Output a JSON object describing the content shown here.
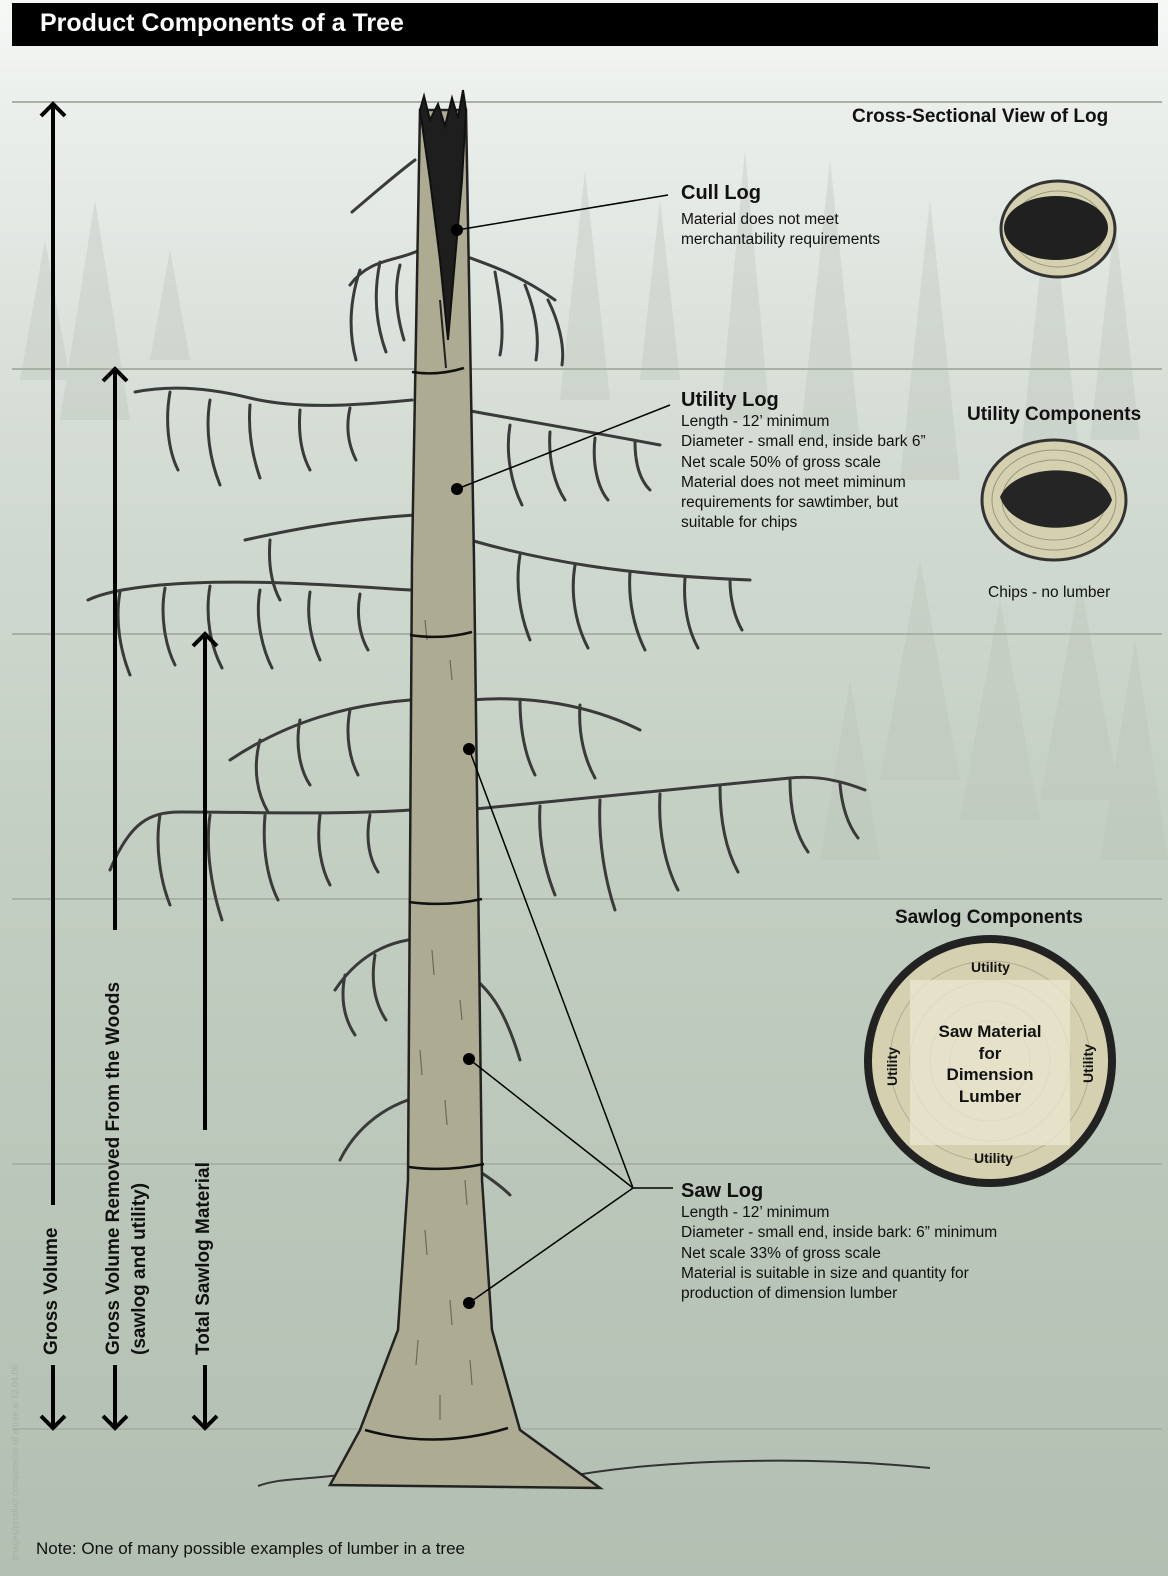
{
  "header": {
    "title": "Product Components of a Tree"
  },
  "cross_section_title": "Cross-Sectional View of Log",
  "vertical_labels": {
    "gross_volume": "Gross Volume",
    "gross_removed_line1": "Gross Volume Removed From the Woods",
    "gross_removed_line2": "(sawlog and utility)",
    "total_sawlog": "Total Sawlog Material"
  },
  "cull_log": {
    "title": "Cull Log",
    "lines": [
      "Material does not meet",
      "merchantability requirements"
    ]
  },
  "utility_log": {
    "title": "Utility Log",
    "lines": [
      "Length - 12’ minimum",
      "Diameter - small end, inside bark 6”",
      "Net scale 50% of gross scale",
      "Material does not meet miminum",
      "requirements for sawtimber, but",
      "suitable for chips"
    ]
  },
  "utility_components": {
    "title": "Utility Components",
    "caption": "Chips - no lumber"
  },
  "sawlog_components": {
    "title": "Sawlog Components",
    "top_label": "Utility",
    "bottom_label": "Utility",
    "left_label": "Utility",
    "right_label": "Utility",
    "center_label": [
      "Saw Material",
      "for",
      "Dimension",
      "Lumber"
    ]
  },
  "saw_log": {
    "title": "Saw Log",
    "lines": [
      "Length - 12’ minimum",
      "Diameter - small end, inside bark: 6” minimum",
      "Net scale 33% of gross scale",
      "Material is suitable in size and quantity for",
      "production of dimension lumber"
    ]
  },
  "note": "Note: One of many possible examples of lumber in a tree",
  "side_stamp": "images/product components of a tree.ai 12.04.06",
  "colors": {
    "trunk": "#aeab93",
    "header_bg": "#000000",
    "background_top": "#f6f8f6",
    "background_bottom": "#b3bfb2",
    "ring_fill": "#d4d0b0"
  }
}
